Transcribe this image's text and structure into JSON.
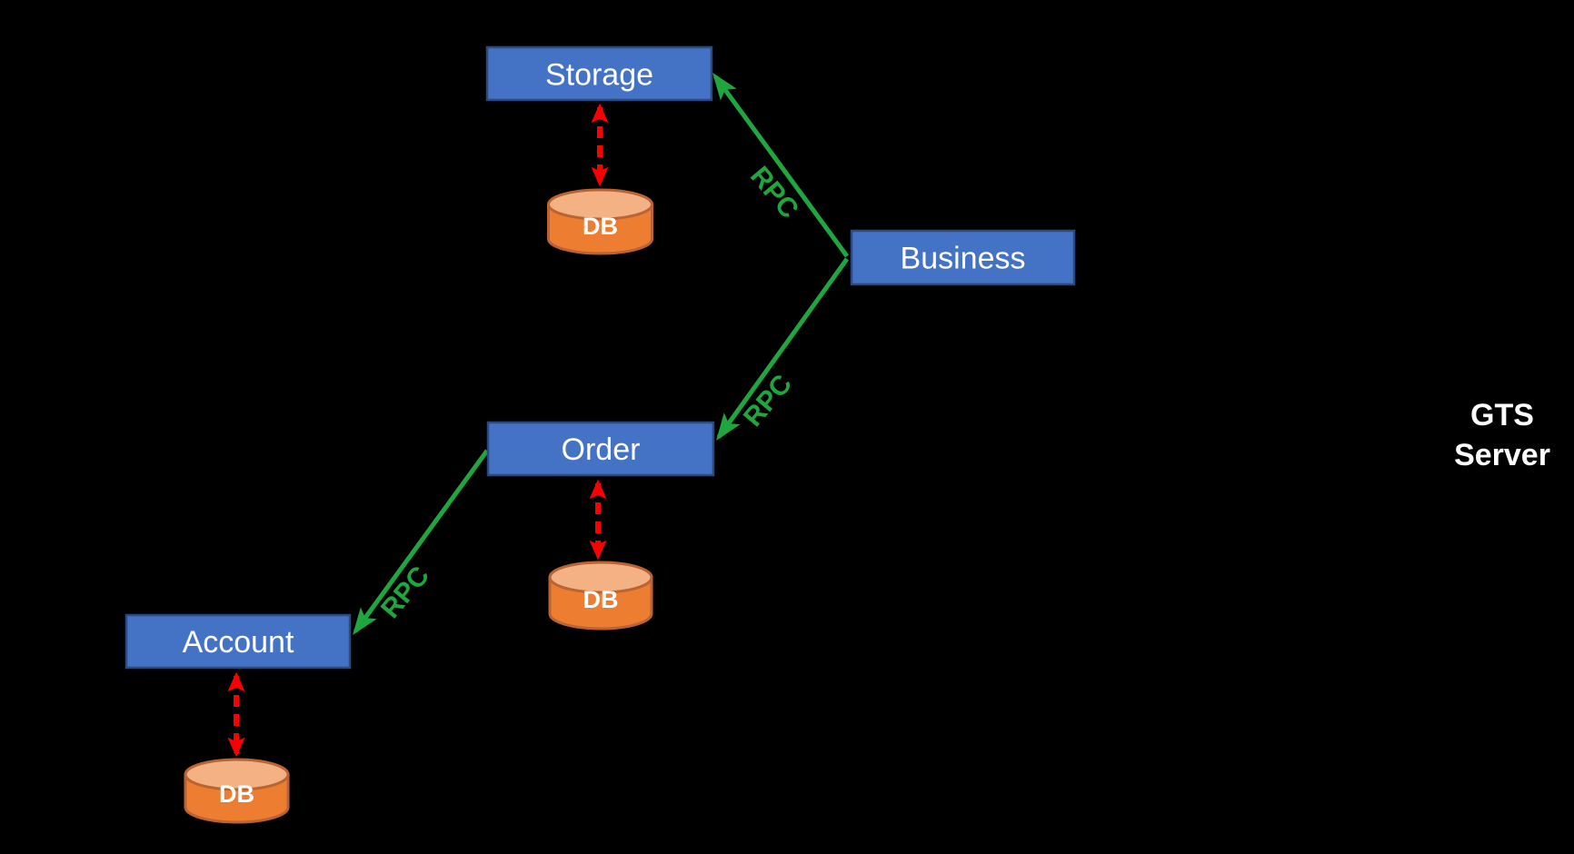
{
  "diagram": {
    "background": "#000000",
    "colors": {
      "service_box_fill": "#4472C4",
      "service_box_border": "#2B4B7E",
      "service_box_text": "#FFFFFF",
      "db_body_fill": "#ED7D31",
      "db_top_fill": "#F4B183",
      "db_border": "#BA6433",
      "db_text": "#FFFFFF",
      "rpc_line_green": "#1FA63E",
      "db_link_red": "#FA0000",
      "side_label_text": "#FFFFFF"
    },
    "nodes": {
      "storage": {
        "label": "Storage"
      },
      "business": {
        "label": "Business"
      },
      "order": {
        "label": "Order"
      },
      "account": {
        "label": "Account"
      }
    },
    "databases": {
      "storage_db": {
        "label": "DB"
      },
      "order_db": {
        "label": "DB"
      },
      "account_db": {
        "label": "DB"
      }
    },
    "edges": {
      "business_to_storage": {
        "label": "RPC"
      },
      "business_to_order": {
        "label": "RPC"
      },
      "order_to_account": {
        "label": "RPC"
      }
    },
    "side_label": {
      "line1": "GTS",
      "line2": "Server"
    }
  }
}
